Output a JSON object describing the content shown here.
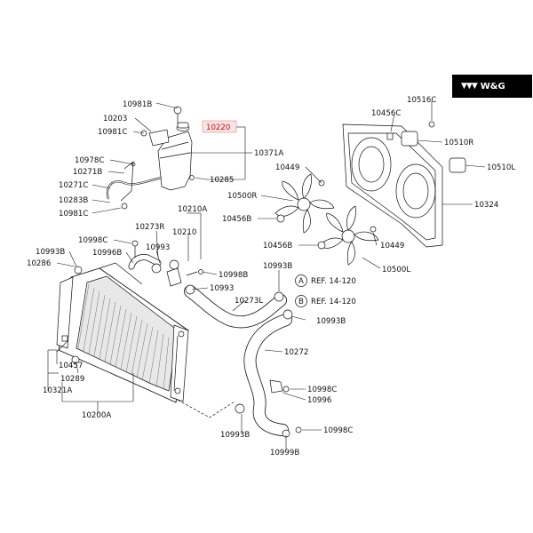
{
  "brand": {
    "badge_mark": "▼▼▼",
    "badge_text": "W&G"
  },
  "highlight_part": "10220",
  "parts": {
    "p10981B": "10981B",
    "p10203": "10203",
    "p10981C_a": "10981C",
    "p10220": "10220",
    "p10371A": "10371A",
    "p10978C": "10978C",
    "p10271B": "10271B",
    "p10285": "10285",
    "p10271C": "10271C",
    "p10283B": "10283B",
    "p10981C_b": "10981C",
    "p10210A": "10210A",
    "p10273R": "10273R",
    "p10998C_a": "10998C",
    "p10210": "10210",
    "p10993_a": "10993",
    "p10993B_a": "10993B",
    "p10996B": "10996B",
    "p10286": "10286",
    "p10998B": "10998B",
    "p10993_b": "10993",
    "p10273L": "10273L",
    "p10457": "10457",
    "p10289": "10289",
    "p10321A": "10321A",
    "p10200A": "10200A",
    "p10272": "10272",
    "p10998C_b": "10998C",
    "p10996": "10996",
    "p10993B_b": "10993B",
    "p10999B": "10999B",
    "p10998C_c": "10998C",
    "p10516C": "10516C",
    "p10456C": "10456C",
    "p10510R": "10510R",
    "p10449_a": "10449",
    "p10510L": "10510L",
    "p10500R": "10500R",
    "p10324": "10324",
    "p10456B_a": "10456B",
    "p10456B_b": "10456B",
    "p10449_b": "10449",
    "p10500L": "10500L",
    "p10993B_c": "10993B",
    "p10993B_d": "10993B",
    "refA": "REF. 14-120",
    "refB": "REF. 14-120",
    "circleA": "A",
    "circleB": "B"
  }
}
